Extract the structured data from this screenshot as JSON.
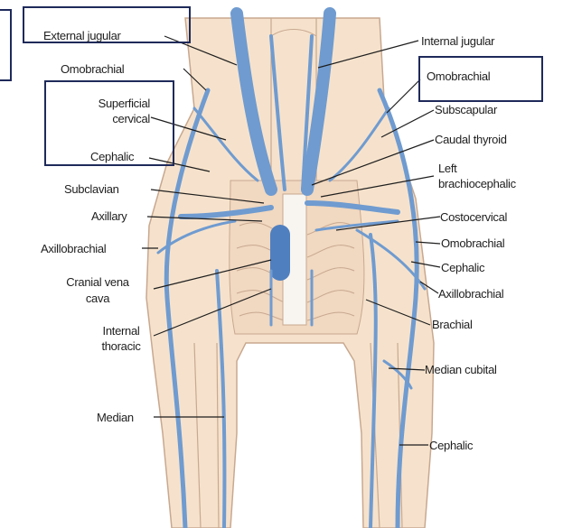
{
  "labels": {
    "external_jugular": "External jugular",
    "omobrachial_left_side": "Omobrachial",
    "superficial_cervical_line1": "Superficial",
    "superficial_cervical_line2": "cervical",
    "cephalic_left_side": "Cephalic",
    "subclavian": "Subclavian",
    "axillary": "Axillary",
    "axillobrachial_left_side": "Axillobrachial",
    "cranial_vena_cava_line1": "Cranial vena",
    "cranial_vena_cava_line2": "cava",
    "internal_thoracic_line1": "Internal",
    "internal_thoracic_line2": "thoracic",
    "median": "Median",
    "internal_jugular": "Internal jugular",
    "omobrachial_right_side": "Omobrachial",
    "subscapular": "Subscapular",
    "caudal_thyroid": "Caudal thyroid",
    "left_brachiocephalic_line1": "Left",
    "left_brachiocephalic_line2": "brachiocephalic",
    "costocervical": "Costocervical",
    "omobrachial_right_lower": "Omobrachial",
    "cephalic_right_upper": "Cephalic",
    "axillobrachial_right_side": "Axillobrachial",
    "brachial": "Brachial",
    "median_cubital": "Median cubital",
    "cephalic_right_lower": "Cephalic"
  },
  "colors": {
    "vein": "#6f9bd0",
    "vein_dark": "#4f7fbf",
    "skin": "#f6e2cc",
    "skin_outline": "#c8a890",
    "bone": "#f8f5f0",
    "box_border": "#1f2a5a",
    "leader": "#1e1e1e"
  }
}
